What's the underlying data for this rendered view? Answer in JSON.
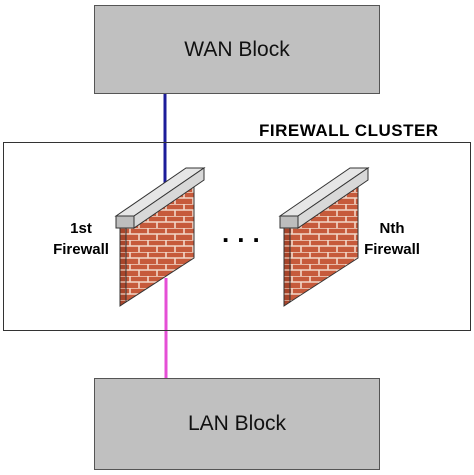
{
  "wan_block": {
    "label": "WAN Block"
  },
  "lan_block": {
    "label": "LAN Block"
  },
  "cluster": {
    "title": "FIREWALL CLUSTER"
  },
  "firewalls": [
    {
      "line1": "1st",
      "line2": "Firewall"
    },
    {
      "line1": "Nth",
      "line2": "Firewall"
    }
  ],
  "ellipsis": "...",
  "colors": {
    "block_fill": "#c0c0c0",
    "brick": "#c65a3b",
    "mortar": "#f2d7c8",
    "cap": "#e6e6e6",
    "wan_link": "#1c1c9a",
    "lan_link": "#e54fd6"
  }
}
